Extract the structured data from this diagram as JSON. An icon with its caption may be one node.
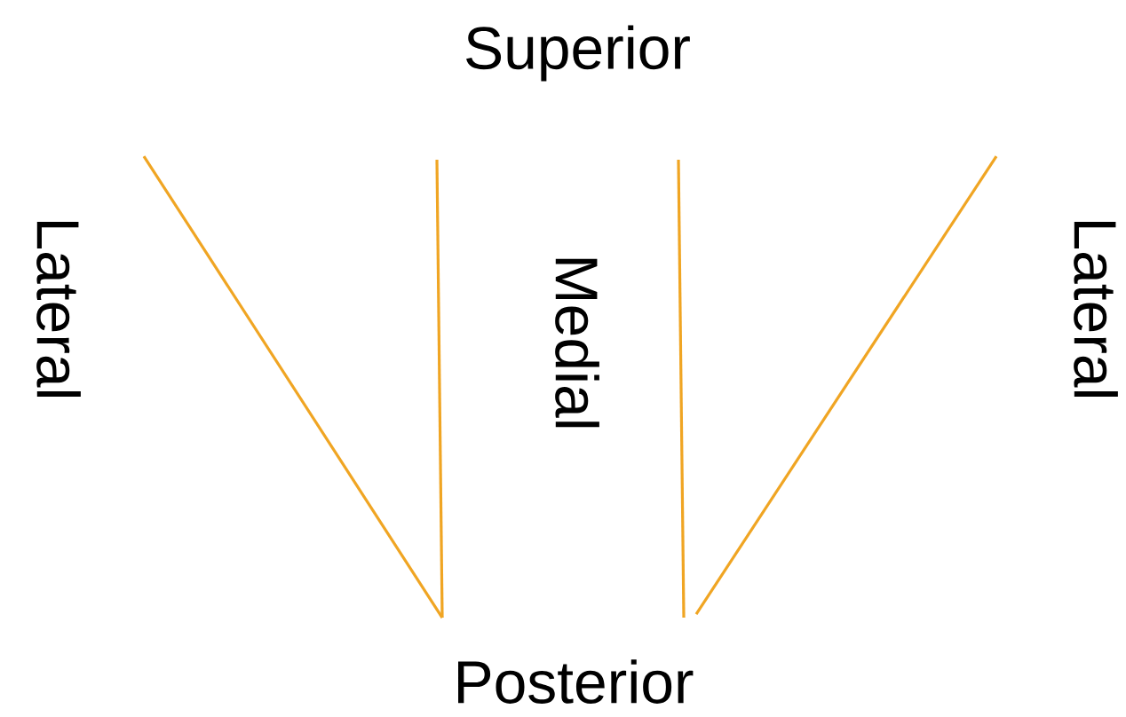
{
  "diagram": {
    "labels": [
      "Superior",
      "Lateral",
      "Medial",
      "Lateral",
      "Posterior"
    ]
  }
}
